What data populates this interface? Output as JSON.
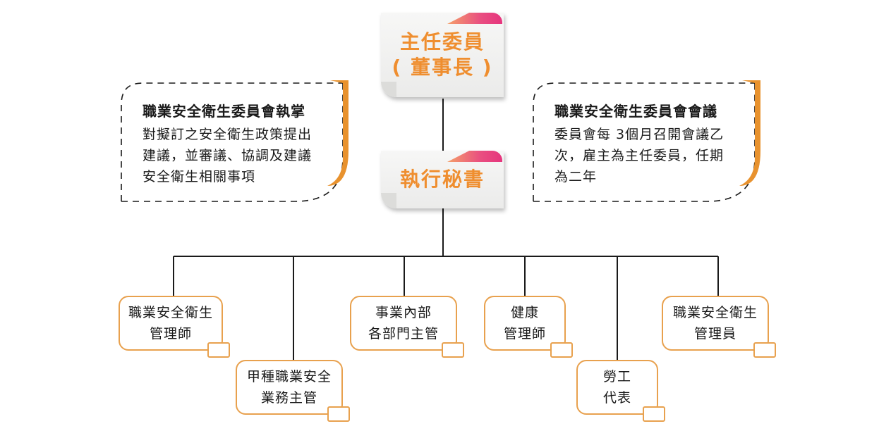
{
  "top_card": {
    "line1": "主任委員",
    "line2": "( 董事長 )"
  },
  "secretary_card": {
    "label": "執行秘書"
  },
  "left_note": {
    "title": "職業安全衛生委員會執掌",
    "lines": [
      "對擬訂之安全衛生政策提出",
      "建議，並審議、協調及建議",
      "安全衛生相關事項"
    ]
  },
  "right_note": {
    "title": "職業安全衛生委員會會議",
    "lines": [
      "委員會每 3個月召開會議乙",
      "次，雇主為主任委員，任期",
      "為二年"
    ]
  },
  "members": [
    {
      "line1": "職業安全衛生",
      "line2": "管理師"
    },
    {
      "line1": "甲種職業安全",
      "line2": "業務主管"
    },
    {
      "line1": "事業內部",
      "line2": "各部門主管"
    },
    {
      "line1": "健康",
      "line2": "管理師"
    },
    {
      "line1": "勞工",
      "line2": "代表"
    },
    {
      "line1": "職業安全衛生",
      "line2": "管理員"
    }
  ],
  "colors": {
    "accent": "#ef8e2f",
    "border": "#e8a14e",
    "line": "#1a1a1a"
  }
}
